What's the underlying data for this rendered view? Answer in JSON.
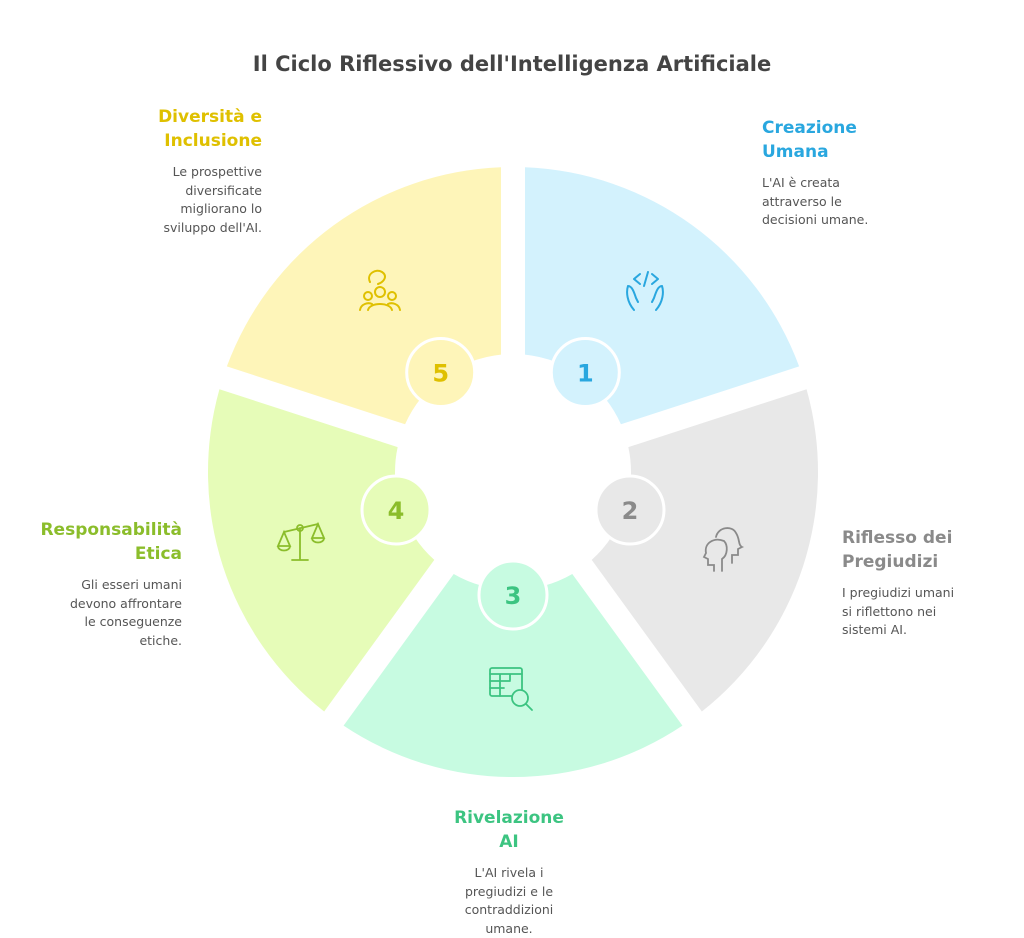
{
  "title": "Il Ciclo Riflessivo dell'Intelligenza Artificiale",
  "steps": [
    {
      "number": "1",
      "title_lines": [
        "Creazione",
        "Umana"
      ],
      "desc_lines": [
        "L'AI è creata",
        "attraverso le",
        "decisioni umane."
      ],
      "fill": "#d3f2fd",
      "accent": "#29a7df",
      "icon": "hands-code-icon"
    },
    {
      "number": "2",
      "title_lines": [
        "Riflesso dei",
        "Pregiudizi"
      ],
      "desc_lines": [
        "I pregiudizi umani",
        "si riflettono nei",
        "sistemi AI."
      ],
      "fill": "#e8e8e8",
      "accent": "#8a8a8a",
      "icon": "two-heads-icon"
    },
    {
      "number": "3",
      "title_lines": [
        "Rivelazione",
        "AI"
      ],
      "desc_lines": [
        "L'AI rivela i",
        "pregiudizi e le",
        "contraddizioni",
        "umane."
      ],
      "fill": "#c7fbe1",
      "accent": "#3cc481",
      "icon": "table-search-icon"
    },
    {
      "number": "4",
      "title_lines": [
        "Responsabilità",
        "Etica"
      ],
      "desc_lines": [
        "Gli esseri umani",
        "devono affrontare",
        "le conseguenze",
        "etiche."
      ],
      "fill": "#e6fcb8",
      "accent": "#8bbd2b",
      "icon": "scales-icon"
    },
    {
      "number": "5",
      "title_lines": [
        "Diversità e",
        "Inclusione"
      ],
      "desc_lines": [
        "Le prospettive",
        "diversificate",
        "migliorano lo",
        "sviluppo dell'AI."
      ],
      "fill": "#fef5b9",
      "accent": "#dfc000",
      "icon": "people-group-icon"
    }
  ]
}
